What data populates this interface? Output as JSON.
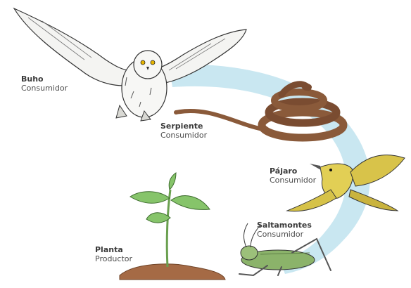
{
  "organisms": [
    {
      "name": "Buho",
      "role": "Consumidor"
    },
    {
      "name": "Serpiente",
      "role": "Consumidor"
    },
    {
      "name": "Pájaro",
      "role": "Consumidor"
    },
    {
      "name": "Saltamontes",
      "role": "Consumidor"
    },
    {
      "name": "Planta",
      "role": "Productor"
    }
  ],
  "colors": {
    "arrow": "#bfe3ee",
    "soil": "#a56a45",
    "plant": "#86c46a",
    "snake": "#8a5a3a",
    "bird": "#e2cf55",
    "grasshopper": "#8bb36a"
  }
}
